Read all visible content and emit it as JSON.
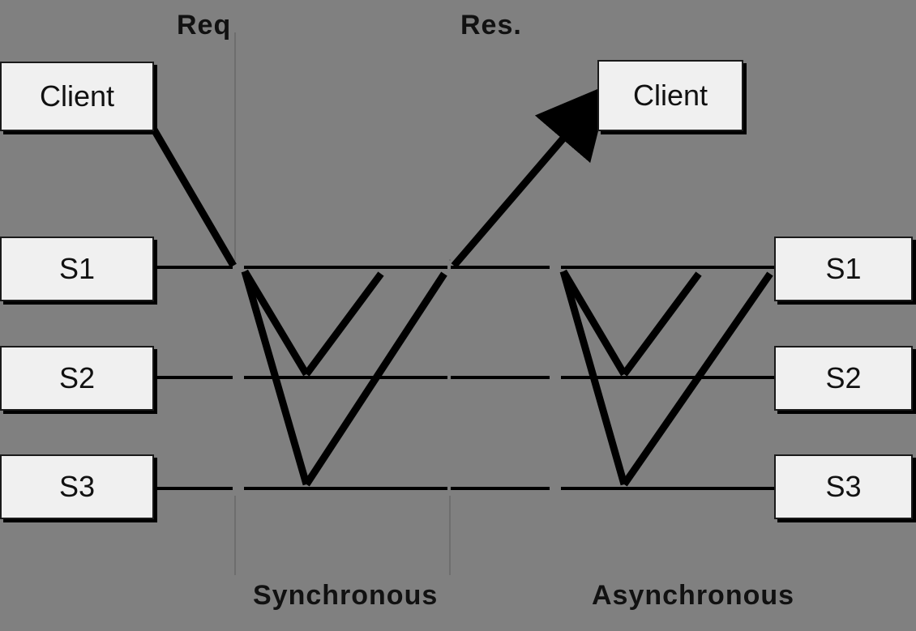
{
  "headers": {
    "left": "Req",
    "right": "Res."
  },
  "left_panel": {
    "client_label": "Client",
    "servers": [
      "S1",
      "S2",
      "S3"
    ],
    "caption": "Synchronous"
  },
  "right_panel": {
    "client_label": "Client",
    "servers": [
      "S1",
      "S2",
      "S3"
    ],
    "caption": "Asynchronous"
  },
  "colors": {
    "background": "#808080",
    "box_fill": "#f0f0f0",
    "line": "#000000"
  }
}
